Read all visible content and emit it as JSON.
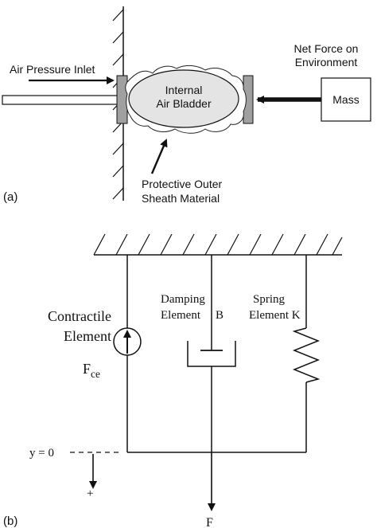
{
  "panel_a": {
    "label": "(a)",
    "air_inlet": "Air Pressure Inlet",
    "bladder_line1": "Internal",
    "bladder_line2": "Air Bladder",
    "sheath_line1": "Protective Outer",
    "sheath_line2": "Sheath Material",
    "net_force_line1": "Net Force on",
    "net_force_line2": "Environment",
    "mass": "Mass"
  },
  "panel_b": {
    "label": "(b)",
    "contractile_line1": "Contractile",
    "contractile_line2": "Element",
    "fce_main": "F",
    "fce_sub": "ce",
    "damping_line1": "Damping",
    "damping_line2": "Element",
    "damping_symbol": "B",
    "spring_line1": "Spring",
    "spring_line2": "Element K",
    "y_zero": "y = 0",
    "plus": "+",
    "force": "F"
  }
}
